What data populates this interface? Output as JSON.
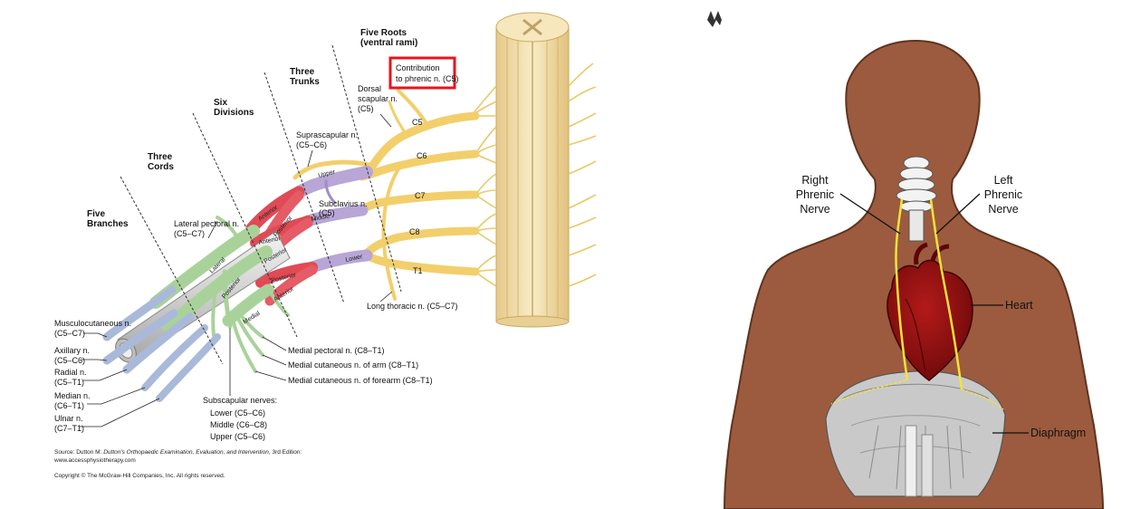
{
  "left_figure": {
    "headers": {
      "roots": [
        "Five Roots",
        "(ventral rami)"
      ],
      "trunks": [
        "Three",
        "Trunks"
      ],
      "divisions": [
        "Six",
        "Divisions"
      ],
      "cords": [
        "Three",
        "Cords"
      ],
      "branches": [
        "Five",
        "Branches"
      ]
    },
    "highlighted_label": [
      "Contribution",
      "to phrenic n. (C5)"
    ],
    "highlight_color": "#e8141b",
    "roots": [
      "C5",
      "C6",
      "C7",
      "C8",
      "T1"
    ],
    "trunk_labels": [
      "Upper",
      "Middle",
      "Lower"
    ],
    "division_labels": [
      "Anterior",
      "Posterior",
      "Anterior",
      "Posterior",
      "Posterior",
      "Anterior"
    ],
    "cord_labels": [
      "Lateral",
      "Posterior",
      "Medial"
    ],
    "nerve_labels": {
      "dorsal_scapular": [
        "Dorsal",
        "scapular n.",
        "(C5)"
      ],
      "suprascapular": [
        "Suprascapular n.",
        "(C5–C6)"
      ],
      "subclavius": [
        "Subclavius n.",
        "(C5)"
      ],
      "lateral_pectoral": [
        "Lateral pectoral n.",
        "(C5–C7)"
      ],
      "long_thoracic": "Long thoracic n. (C5–C7)",
      "musculocutaneous": [
        "Musculocutaneous n.",
        "(C5–C7)"
      ],
      "axillary": [
        "Axillary n.",
        "(C5–C6)"
      ],
      "radial": [
        "Radial n.",
        "(C5–T1)"
      ],
      "median": [
        "Median n.",
        "(C6–T1)"
      ],
      "ulnar": [
        "Ulnar n.",
        "(C7–T1)"
      ],
      "medial_pectoral": "Medial pectoral n. (C8–T1)",
      "medial_cut_arm": "Medial cutaneous n. of arm (C8–T1)",
      "medial_cut_forearm": "Medial cutaneous n. of forearm (C8–T1)",
      "subscapular": [
        "Subscapular nerves:",
        "Lower (C5–C6)",
        "Middle (C6–C8)",
        "Upper (C5–C6)"
      ]
    },
    "source": {
      "prefix": "Source: Dutton M: ",
      "title": "Dutton's Orthopaedic Examination, Evaluation, and Intervention",
      "suffix": ", 3rd Edition:",
      "url": "www.accessphysiotherapy.com"
    },
    "copyright": "Copyright © The McGraw-Hill Companies, Inc. All rights reserved.",
    "colors": {
      "roots": "#f2cf6b",
      "trunks": "#b7a6d6",
      "divisions": "#e04a55",
      "cords": "#a9d29a",
      "branches": "#a9b9d9",
      "spine": "#f3dfaa",
      "vessel": "#d9d9d9"
    }
  },
  "right_figure": {
    "labels": {
      "right_phrenic": [
        "Right",
        "Phrenic",
        "Nerve"
      ],
      "left_phrenic": [
        "Left",
        "Phrenic",
        "Nerve"
      ],
      "heart": "Heart",
      "diaphragm": "Diaphragm"
    },
    "colors": {
      "skin": "#9c5b3e",
      "nerve": "#f5e33a",
      "heart": "#8b0d0d",
      "diaphragm": "#c9c9c9"
    }
  }
}
